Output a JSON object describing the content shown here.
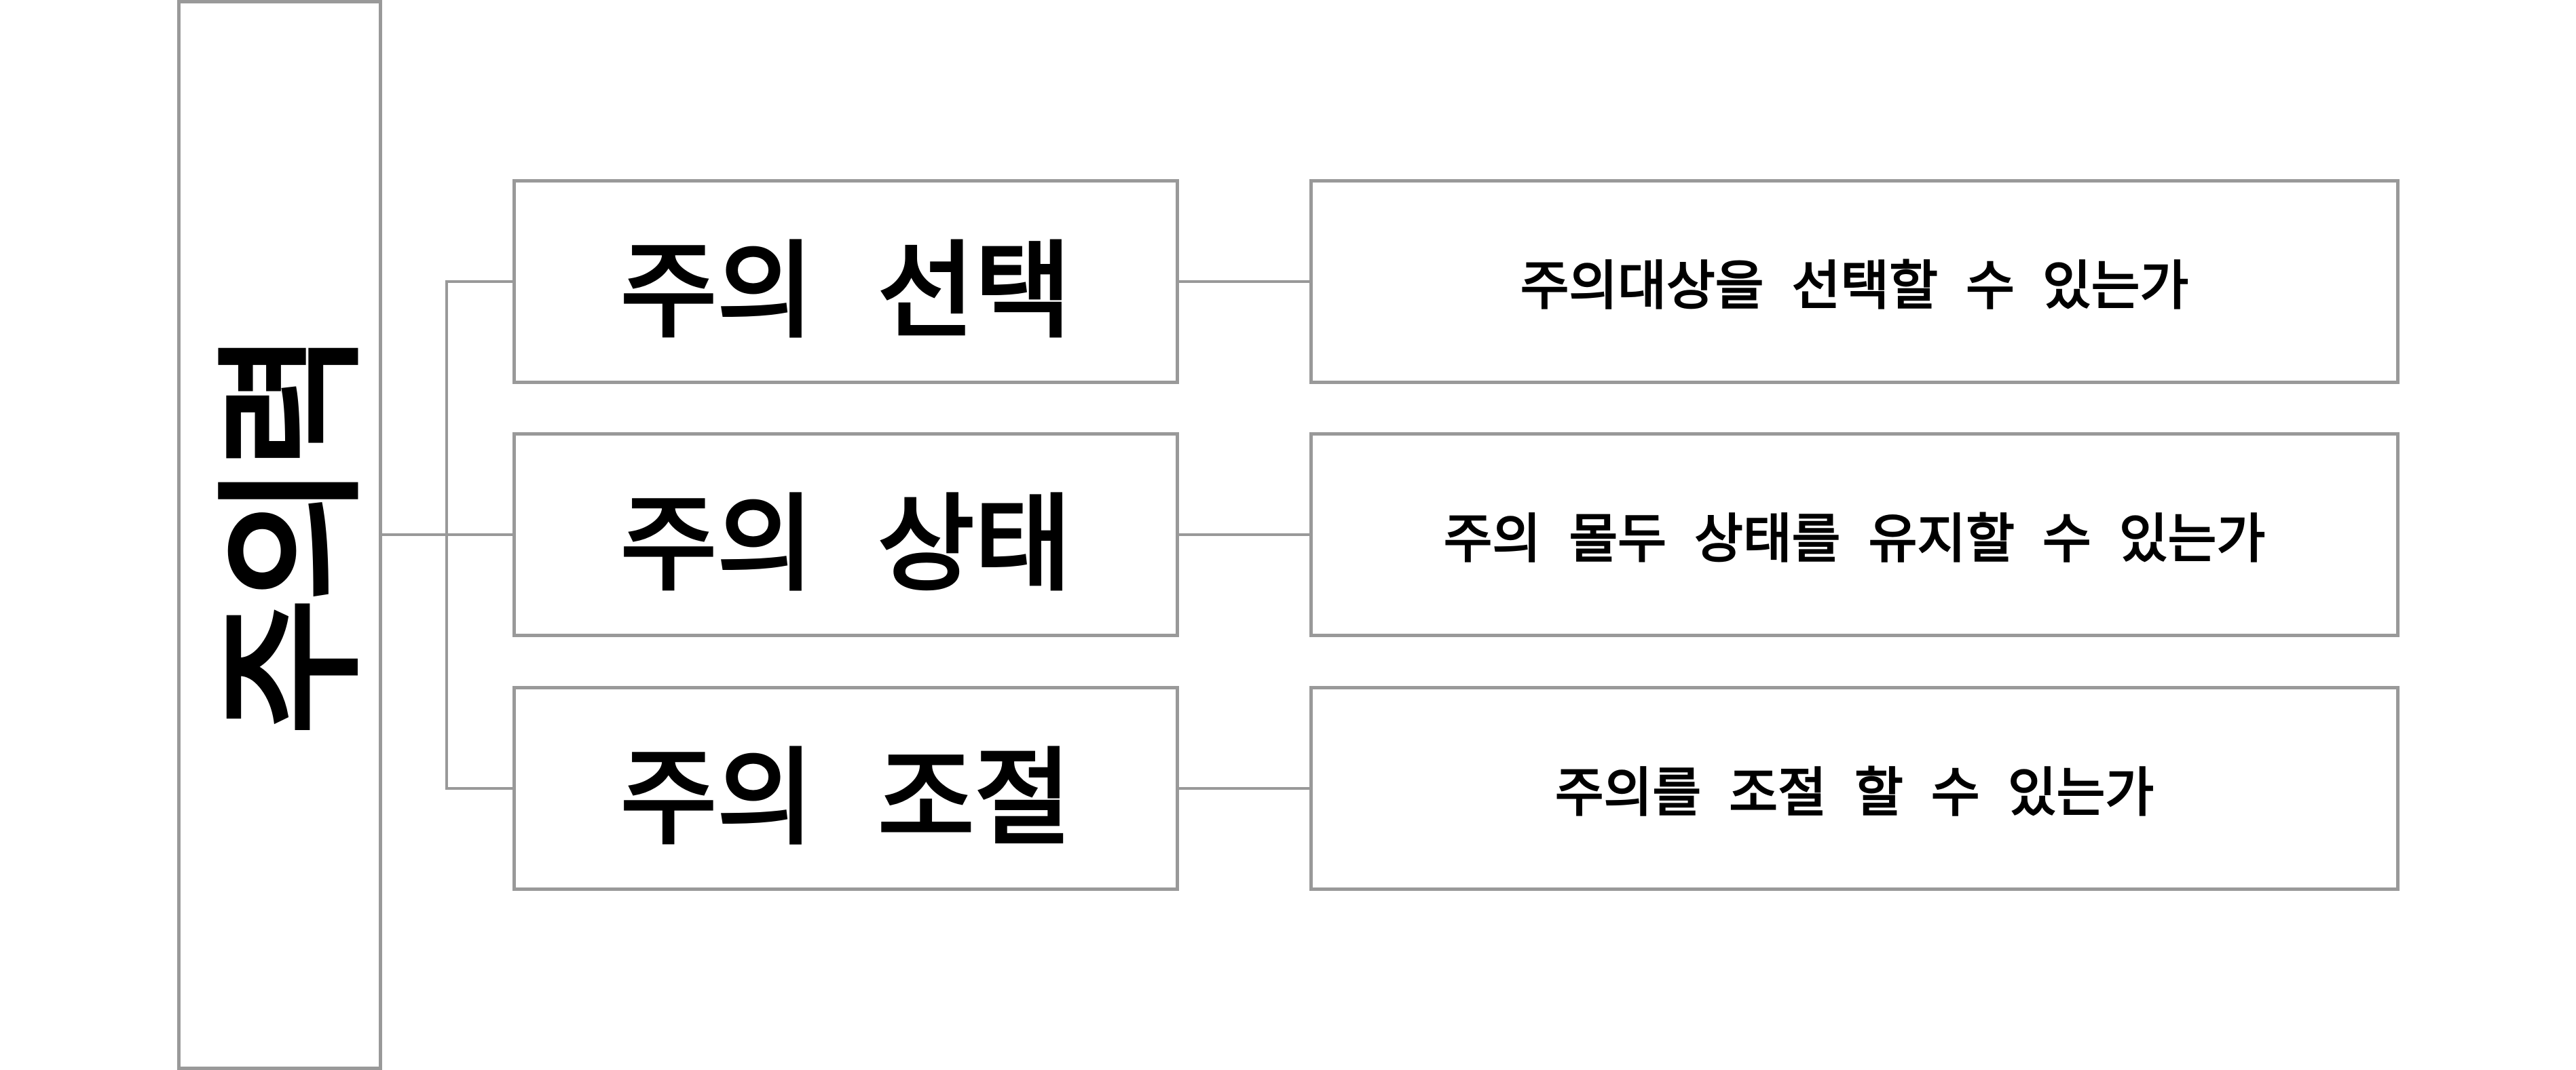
{
  "root": {
    "label": "주의력"
  },
  "branches": [
    {
      "label": "주의 선택",
      "description": "주의대상을 선택할 수 있는가"
    },
    {
      "label": "주의 상태",
      "description": "주의 몰두 상태를 유지할 수 있는가"
    },
    {
      "label": "주의 조절",
      "description": "주의를 조절 할 수 있는가"
    }
  ]
}
